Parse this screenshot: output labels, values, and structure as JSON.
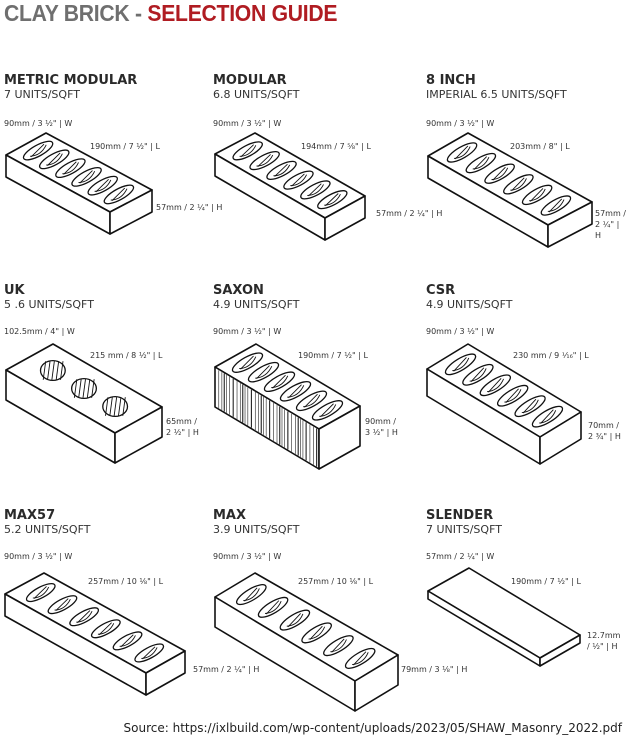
{
  "header": {
    "title_part1": "CLAY BRICK - ",
    "title_part2": "SELECTION GUIDE",
    "colors": {
      "title_gray": "#6f6f6f",
      "title_red": "#b01c22"
    }
  },
  "bricks": [
    {
      "name": "METRIC MODULAR",
      "units": "7 UNITS/SQFT",
      "width": "90mm / 3 ½\" | W",
      "length": "190mm / 7 ½\" | L",
      "height": "57mm / 2 ¼\" | H",
      "holes": 6,
      "hole_shape": "oval",
      "texture": "plain"
    },
    {
      "name": "MODULAR",
      "units": "6.8 UNITS/SQFT",
      "width": "90mm / 3 ½\" | W",
      "length": "194mm / 7 ⁵⁄₈\" | L",
      "height": "57mm / 2 ¼\" | H",
      "holes": 6,
      "hole_shape": "oval",
      "texture": "plain"
    },
    {
      "name": "8 INCH",
      "units": "IMPERIAL 6.5 UNITS/SQFT",
      "width": "90mm / 3 ½\" | W",
      "length": "203mm / 8\" | L",
      "height": "57mm / 2 ¼\" | H",
      "holes": 6,
      "hole_shape": "oval",
      "texture": "plain"
    },
    {
      "name": "UK",
      "units": "5 .6 UNITS/SQFT",
      "width": "102.5mm / 4\" | W",
      "length": "215 mm / 8 ½\" | L",
      "height": "65mm / 2 ½\" | H",
      "holes": 3,
      "hole_shape": "circle",
      "texture": "plain"
    },
    {
      "name": "SAXON",
      "units": "4.9 UNITS/SQFT",
      "width": "90mm / 3 ½\" | W",
      "length": "190mm / 7 ½\" | L",
      "height": "90mm / 3 ½\" | H",
      "holes": 6,
      "hole_shape": "oval",
      "texture": "scored"
    },
    {
      "name": "CSR",
      "units": "4.9 UNITS/SQFT",
      "width": "90mm / 3 ½\" | W",
      "length": "230 mm / 9 ¹⁄₁₆\" | L",
      "height": "70mm / 2 ¾\" | H",
      "holes": 6,
      "hole_shape": "oval",
      "texture": "plain"
    },
    {
      "name": "MAX57",
      "units": "5.2 UNITS/SQFT",
      "width": "90mm / 3 ½\" | W",
      "length": "257mm / 10 ⅛\" | L",
      "height": "57mm / 2 ¼\" | H",
      "holes": 6,
      "hole_shape": "oval",
      "texture": "plain"
    },
    {
      "name": "MAX",
      "units": "3.9 UNITS/SQFT",
      "width": "90mm / 3 ½\" | W",
      "length": "257mm / 10 ⅛\" | L",
      "height": "79mm / 3 ⅛\" | H",
      "holes": 6,
      "hole_shape": "oval",
      "texture": "plain"
    },
    {
      "name": "SLENDER",
      "units": "7 UNITS/SQFT",
      "width": "57mm / 2 ¼\" | W",
      "length": "190mm / 7 ½\" | L",
      "height": "12.7mm / ½\" | H",
      "holes": 0,
      "hole_shape": "none",
      "texture": "plain"
    }
  ],
  "footer": {
    "source": "Source: https://ixlbuild.com/wp-content/uploads/2023/05/SHAW_Masonry_2022.pdf"
  }
}
